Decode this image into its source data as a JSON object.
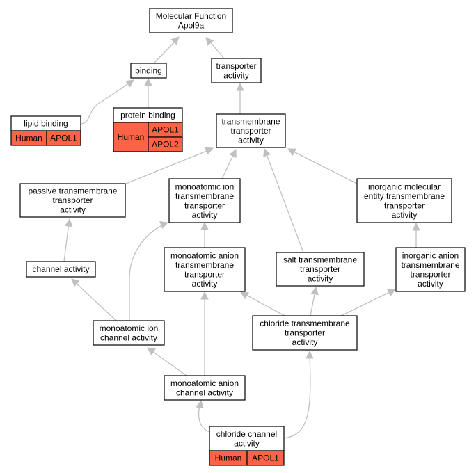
{
  "graph": {
    "root": {
      "lines": [
        "Molecular Function",
        "Apol9a"
      ]
    },
    "nodes": {
      "binding": [
        "binding"
      ],
      "transporter": [
        "transporter",
        "activity"
      ],
      "lipid": [
        "lipid binding"
      ],
      "protein": [
        "protein binding"
      ],
      "tmt": [
        "transmembrane",
        "transporter",
        "activity"
      ],
      "passive": [
        "passive transmembrane",
        "transporter",
        "activity"
      ],
      "monoion": [
        "monoatomic ion",
        "transmembrane",
        "transporter",
        "activity"
      ],
      "inorgmol": [
        "inorganic molecular",
        "entity transmembrane",
        "transporter",
        "activity"
      ],
      "channel": [
        "channel activity"
      ],
      "monoanion": [
        "monoatomic anion",
        "transmembrane",
        "transporter",
        "activity"
      ],
      "salt": [
        "salt transmembrane",
        "transporter",
        "activity"
      ],
      "inorganion": [
        "inorganic anion",
        "transmembrane",
        "transporter",
        "activity"
      ],
      "monoionchan": [
        "monoatomic ion",
        "channel activity"
      ],
      "chloridetm": [
        "chloride transmembrane",
        "transporter",
        "activity"
      ],
      "monoanionchan": [
        "monoatomic anion",
        "channel activity"
      ],
      "chloridechan": [
        "chloride channel",
        "activity"
      ]
    },
    "annotations": {
      "lipid": {
        "species": "Human",
        "genes": [
          "APOL1"
        ]
      },
      "protein": {
        "species": "Human",
        "genes": [
          "APOL1",
          "APOL2"
        ]
      },
      "chloridechan": {
        "species": "Human",
        "genes": [
          "APOL1"
        ]
      }
    },
    "colors": {
      "annotation_fill": "#ff6347",
      "edge": "#c0c0c0",
      "node_border": "#000000"
    }
  }
}
